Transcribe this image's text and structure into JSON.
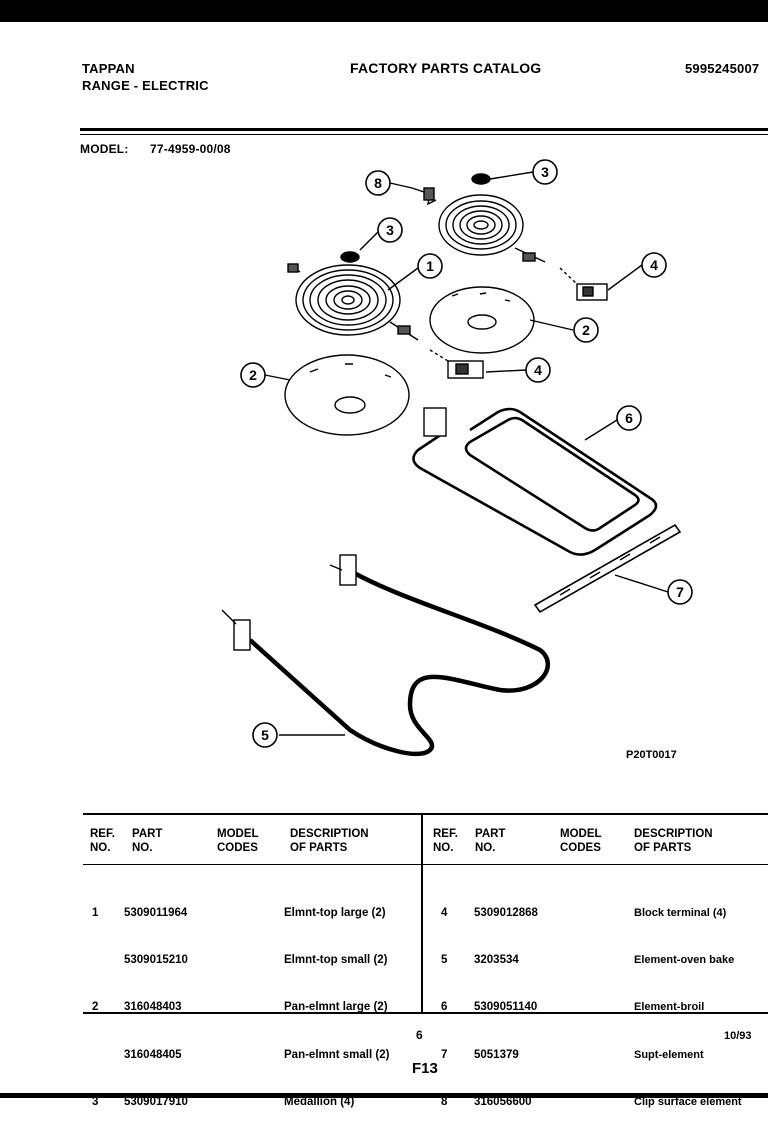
{
  "header": {
    "brand": "TAPPAN",
    "subtitle": "RANGE - ELECTRIC",
    "catalog_title": "FACTORY PARTS CATALOG",
    "catalog_number": "5995245007",
    "model_label": "MODEL:",
    "model_value": "77-4959-00/08"
  },
  "diagram": {
    "figure_code": "P20T0017",
    "callouts": [
      "8",
      "3",
      "3",
      "1",
      "4",
      "2",
      "2",
      "4",
      "6",
      "7",
      "5"
    ]
  },
  "table": {
    "headers": {
      "ref": "REF.\nNO.",
      "part": "PART\nNO.",
      "model": "MODEL\nCODES",
      "desc": "DESCRIPTION\nOF PARTS"
    },
    "left": {
      "refs": [
        "1",
        "",
        "2",
        "",
        "3"
      ],
      "parts": [
        "5309011964",
        "5309015210",
        "316048403",
        "316048405",
        "5309017910"
      ],
      "descs": [
        "Elmnt-top large (2)",
        "Elmnt-top small (2)",
        "Pan-elmnt large (2)",
        "Pan-elmnt small (2)",
        "Medallion (4)"
      ]
    },
    "right": {
      "refs": [
        "4",
        "5",
        "6",
        "7",
        "8"
      ],
      "parts": [
        "5309012868",
        "3203534",
        "5309051140",
        "5051379",
        "316056600"
      ],
      "descs": [
        "Block terminal (4)",
        "Element-oven bake",
        "Element-broil",
        "Supt-element",
        "Clip surface element"
      ]
    }
  },
  "footer": {
    "page_num": "6",
    "date": "10/93",
    "page_code": "F13"
  }
}
